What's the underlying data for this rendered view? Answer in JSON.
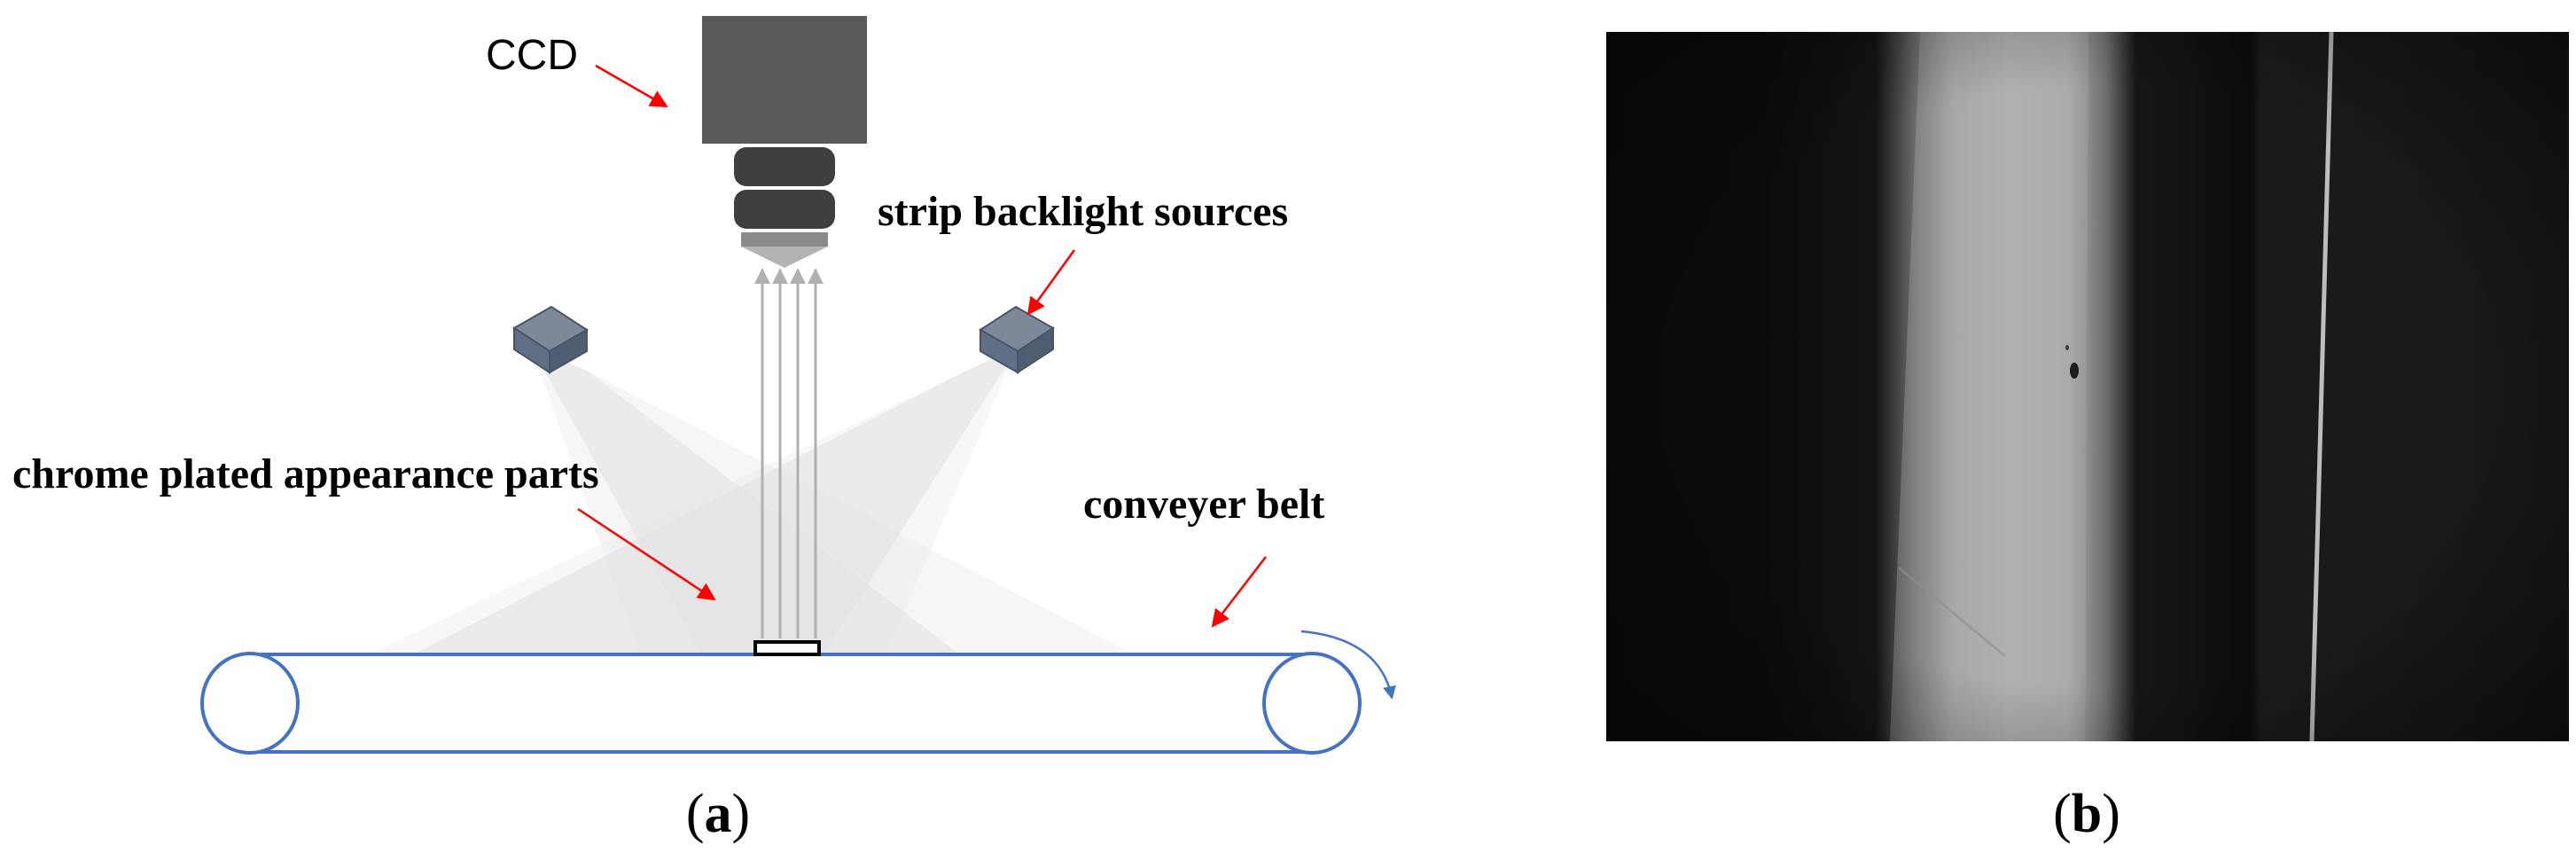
{
  "panel_a": {
    "labels": {
      "ccd": "CCD",
      "strip_backlight": "strip backlight sources",
      "chrome_parts": "chrome plated appearance parts",
      "conveyer_belt": "conveyer belt"
    },
    "caption_open": "(",
    "caption_letter": "a",
    "caption_close": ")"
  },
  "panel_b": {
    "caption_open": "(",
    "caption_letter": "b",
    "caption_close": ")"
  },
  "colors": {
    "arrow": "#ff0000",
    "belt": "#4472c4",
    "camera_body": "#595959",
    "light_source": "#5f6f85",
    "light_beam": "#e6e6e6",
    "photo_background": "#0b0b0b"
  }
}
